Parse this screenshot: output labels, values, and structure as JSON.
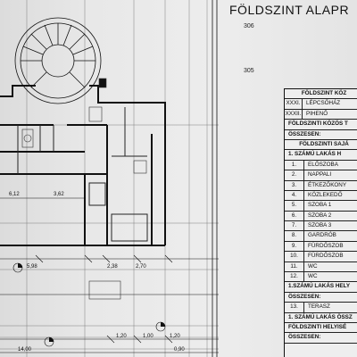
{
  "title": "FÖLDSZINT ALAPR",
  "level_marks": {
    "a": "306",
    "b": "305"
  },
  "plan_labels": {
    "dim_1": "6,12",
    "dim_2": "3,62",
    "dim_3": "5,98",
    "dim_4": "2,38",
    "dim_5": "2,70",
    "dim_6": "1,20",
    "dim_7": "1,00",
    "dim_8": "1,20",
    "dim_9": "14,00",
    "dim_10": "0,90"
  },
  "table": {
    "header": "FÖLDSZINT KÖZ",
    "common_rows": [
      {
        "num": "XXXI.",
        "name": "LÉPCSŐHÁZ"
      },
      {
        "num": "XXXII.",
        "name": "PIHENŐ"
      }
    ],
    "common_total": "FÖLDSZINTI KÖZÖS T",
    "common_total_label": "ÖSSZESEN:",
    "section_header": "FÖLDSZINTI SAJÁ",
    "apartment_header": "1. SZÁMÚ LAKÁS H",
    "rooms": [
      {
        "num": "1.",
        "name": "ELŐSZOBA"
      },
      {
        "num": "2.",
        "name": "NAPPALI"
      },
      {
        "num": "3.",
        "name": "ÉTKEZŐKONY"
      },
      {
        "num": "4.",
        "name": "KÖZLEKEDŐ"
      },
      {
        "num": "5.",
        "name": "SZOBA 1"
      },
      {
        "num": "6.",
        "name": "SZOBA 2"
      },
      {
        "num": "7.",
        "name": "SZOBA 3"
      },
      {
        "num": "8.",
        "name": "GARDRÓB"
      },
      {
        "num": "9.",
        "name": "FÜRDŐSZOB"
      },
      {
        "num": "10.",
        "name": "FÜRDŐSZOB"
      },
      {
        "num": "11.",
        "name": "WC"
      },
      {
        "num": "12.",
        "name": "WC"
      }
    ],
    "apartment_total": "1.SZÁMÚ LAKÁS HELY",
    "apartment_total_label": "ÖSSZESEN:",
    "terrace_row": {
      "num": "13.",
      "name": "TERASZ"
    },
    "terrace_total": "1. SZÁMÚ LAKÁS ÖSSZ",
    "floor_total": "FÖLDSZINTI HELYISÉ",
    "floor_total_label": "ÖSSZESEN:"
  }
}
